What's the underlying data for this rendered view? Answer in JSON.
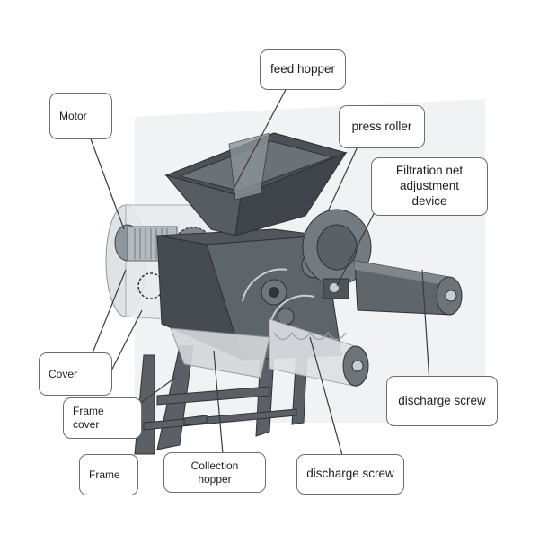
{
  "labels": {
    "feed_hopper": "feed hopper",
    "motor": "Motor",
    "press_roller": "press roller",
    "filtration_line1": "Filtration net",
    "filtration_line2": "adjustment device",
    "cover": "Cover",
    "frame_cover": "Frame cover",
    "frame": "Frame",
    "collection_hopper": "Collection hopper",
    "discharge_screw_bottom": "discharge screw",
    "discharge_screw_right": "discharge screw"
  },
  "colors": {
    "machine_dark": "#4a5056",
    "machine_mid": "#7a8086",
    "machine_light": "#c9ced3",
    "transparent_cover": "#e3e6e9",
    "background_panel": "#f1f2f3",
    "outline": "#2e3236",
    "callout_border": "#6d6d6d"
  }
}
